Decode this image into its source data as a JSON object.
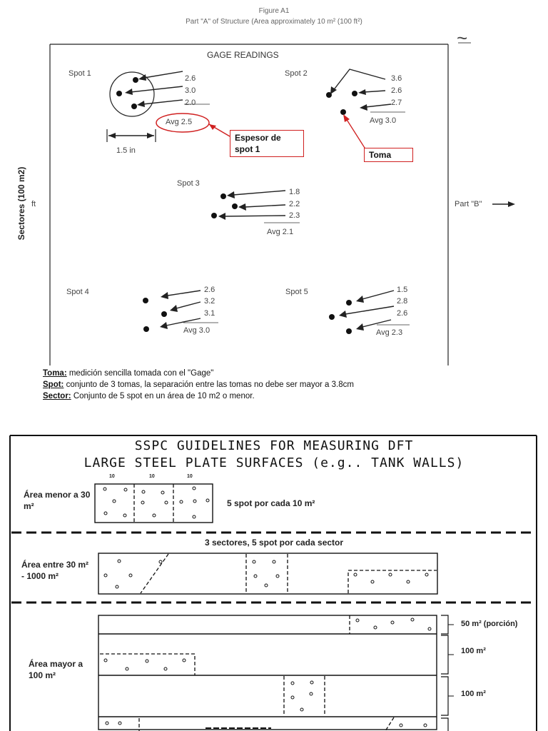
{
  "figure": {
    "title": "Figure A1",
    "subtitle": "Part \"A\" of Structure (Area approximately 10 m² (100 ft²)",
    "tilde": "~",
    "gage_readings": "GAGE READINGS",
    "side_label": "Sectores  (100 m2)",
    "ft_label": "ft",
    "part_b": "Part \"B\"",
    "scale_label": "1.5 in",
    "spots": [
      {
        "name": "Spot 1",
        "readings": [
          "2.6",
          "3.0",
          "2.0"
        ],
        "avg": "Avg 2.5"
      },
      {
        "name": "Spot 2",
        "readings": [
          "3.6",
          "2.6",
          "2.7"
        ],
        "avg": "Avg 3.0"
      },
      {
        "name": "Spot 3",
        "readings": [
          "1.8",
          "2.2",
          "2.3"
        ],
        "avg": "Avg 2.1"
      },
      {
        "name": "Spot 4",
        "readings": [
          "2.6",
          "3.2",
          "3.1"
        ],
        "avg": "Avg 3.0"
      },
      {
        "name": "Spot 5",
        "readings": [
          "1.5",
          "2.8",
          "2.6"
        ],
        "avg": "Avg 2.3"
      }
    ],
    "annotations": {
      "espesor": "Espesor de spot 1",
      "toma": "Toma"
    },
    "colors": {
      "annotation": "#d02020"
    }
  },
  "legend": {
    "toma_term": "Toma:",
    "toma_text": " medición sencilla tomada con el \"Gage\"",
    "spot_term": "Spot:",
    "spot_text": " conjunto de 3 tomas, la separación entre las tomas no debe ser mayor a 3.8cm",
    "sector_term": "Sector:",
    "sector_text": " Conjunto de 5 spot en un área de 10 m2 o menor."
  },
  "sspc": {
    "title1": "SSPC GUIDELINES FOR MEASURING DFT",
    "title2": "LARGE STEEL PLATE SURFACES (e.g.. TANK WALLS)",
    "row1_label": "Área menor a 30 m²",
    "row1_ticks": [
      "10",
      "10",
      "10"
    ],
    "row1_text": "5 spot por cada 10 m²",
    "row2_header": "3 sectores, 5 spot por cada sector",
    "row2_label": "Área entre 30 m² - 1000 m²",
    "row3_label": "Área mayor a 100 m²",
    "row3_sizes": [
      "50 m² (porción)",
      "100 m²",
      "100 m²"
    ]
  }
}
